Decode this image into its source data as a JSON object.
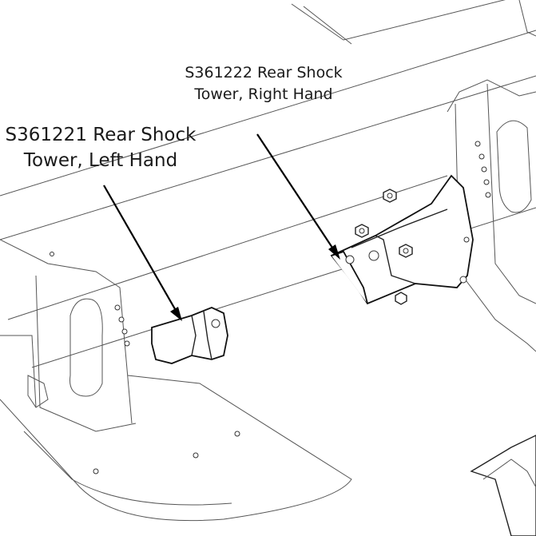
{
  "callouts": [
    {
      "part_number": "S361222",
      "line1": "S361222 Rear Shock",
      "line2": "Tower, Right Hand"
    },
    {
      "part_number": "S361221",
      "line1": "S361221 Rear Shock",
      "line2": "Tower, Left Hand"
    }
  ],
  "colors": {
    "line": "#111111",
    "background": "#ffffff"
  }
}
